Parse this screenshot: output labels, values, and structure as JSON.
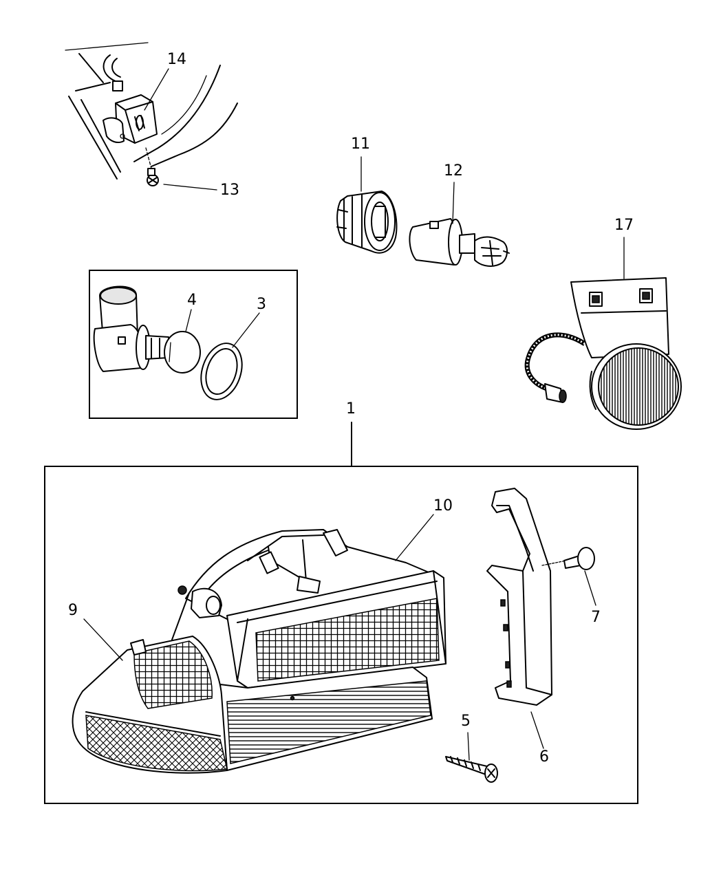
{
  "callouts": {
    "c1": "1",
    "c3": "3",
    "c4": "4",
    "c5": "5",
    "c6": "6",
    "c7": "7",
    "c9": "9",
    "c10": "10",
    "c11": "11",
    "c12": "12",
    "c13": "13",
    "c14": "14",
    "c17": "17"
  }
}
